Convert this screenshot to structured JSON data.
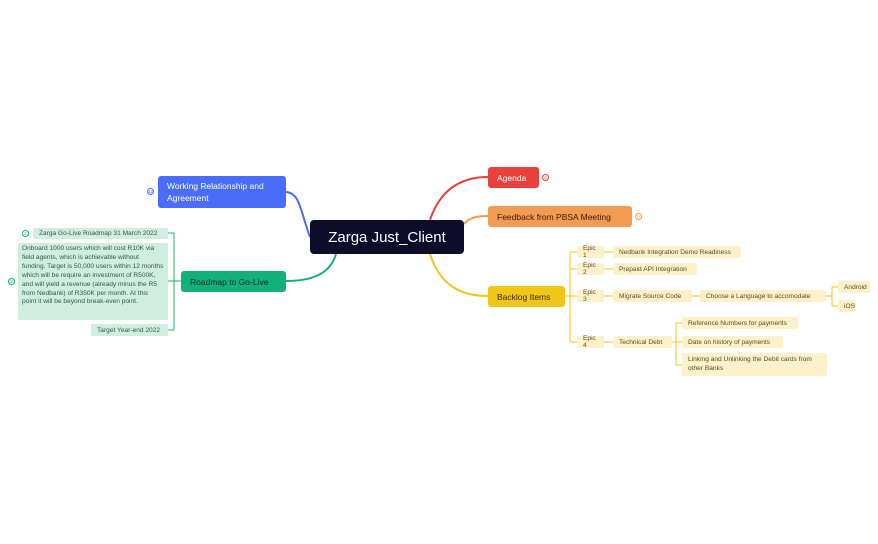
{
  "root": {
    "title": "Zarga Just_Client"
  },
  "left": {
    "working": {
      "label": "Working Relationship and Agreement",
      "badge": "12"
    },
    "roadmap": {
      "label": "Roadmap to Go-Live",
      "badge": "3",
      "items": {
        "go_live": "Zarga Go-Live Roadmap 31 March 2022",
        "go_live_badge": "2",
        "onboard": "Onboard 1000 users which will cost R10K via field agents, which is achievable without funding. Target is 50,000 users within 12 months which will be require an investment of R500K, and will yield a revenue (already minus the R5 from Nedbank) of R350K per month. At this point it will be beyond break-even point.",
        "target": "Target Year-end 2022"
      }
    }
  },
  "right": {
    "agenda": {
      "label": "Agenda",
      "badge": "4"
    },
    "feedback": {
      "label": "Feedback from PBSA Meeting",
      "badge": "6"
    },
    "backlog": {
      "label": "Backlog Items",
      "epic1": {
        "label": "Epic 1",
        "item": "Nedbank Integration Demo Readiness"
      },
      "epic2": {
        "label": "Epic 2",
        "item": "Prepaid API Integration"
      },
      "epic3": {
        "label": "Epic 3",
        "item": "Migrate Source Code",
        "sub": "Choose a Language to accomodate",
        "android": "Android",
        "ios": "iOS"
      },
      "epic4": {
        "label": "Epic 4",
        "item": "Technical Debt",
        "ref": "Reference Numbers for payments",
        "date": "Date on history of payments",
        "link": "Linking and Unlinking the Debit cards from other Banks"
      }
    }
  },
  "colors": {
    "root": "#0d0d2b",
    "blue": "#4a6cf7",
    "green": "#12b07a",
    "red": "#e8403a",
    "orange": "#f29b52",
    "yellow": "#f0c619",
    "pale_yellow": "#fdf1cc",
    "pale_green": "#cfeee0"
  }
}
